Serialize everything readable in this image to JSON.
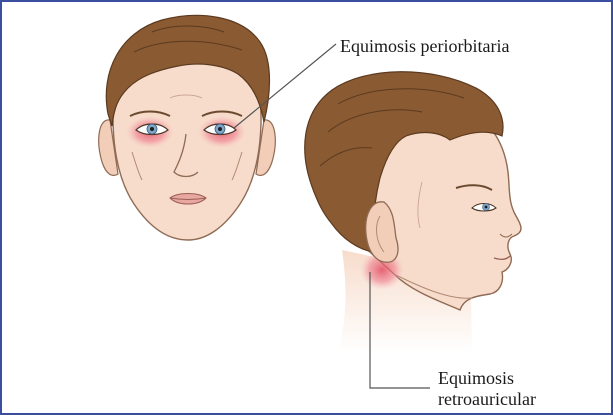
{
  "labels": {
    "periorbital": "Equimosis periorbitaria",
    "retroauricular_line1": "Equimosis",
    "retroauricular_line2": "retroauricular"
  },
  "colors": {
    "border": "#3b4fa0",
    "skin": "#f7dccb",
    "hair": "#8a5a32",
    "bruise": "#e8556a",
    "leader_line": "#555555"
  }
}
